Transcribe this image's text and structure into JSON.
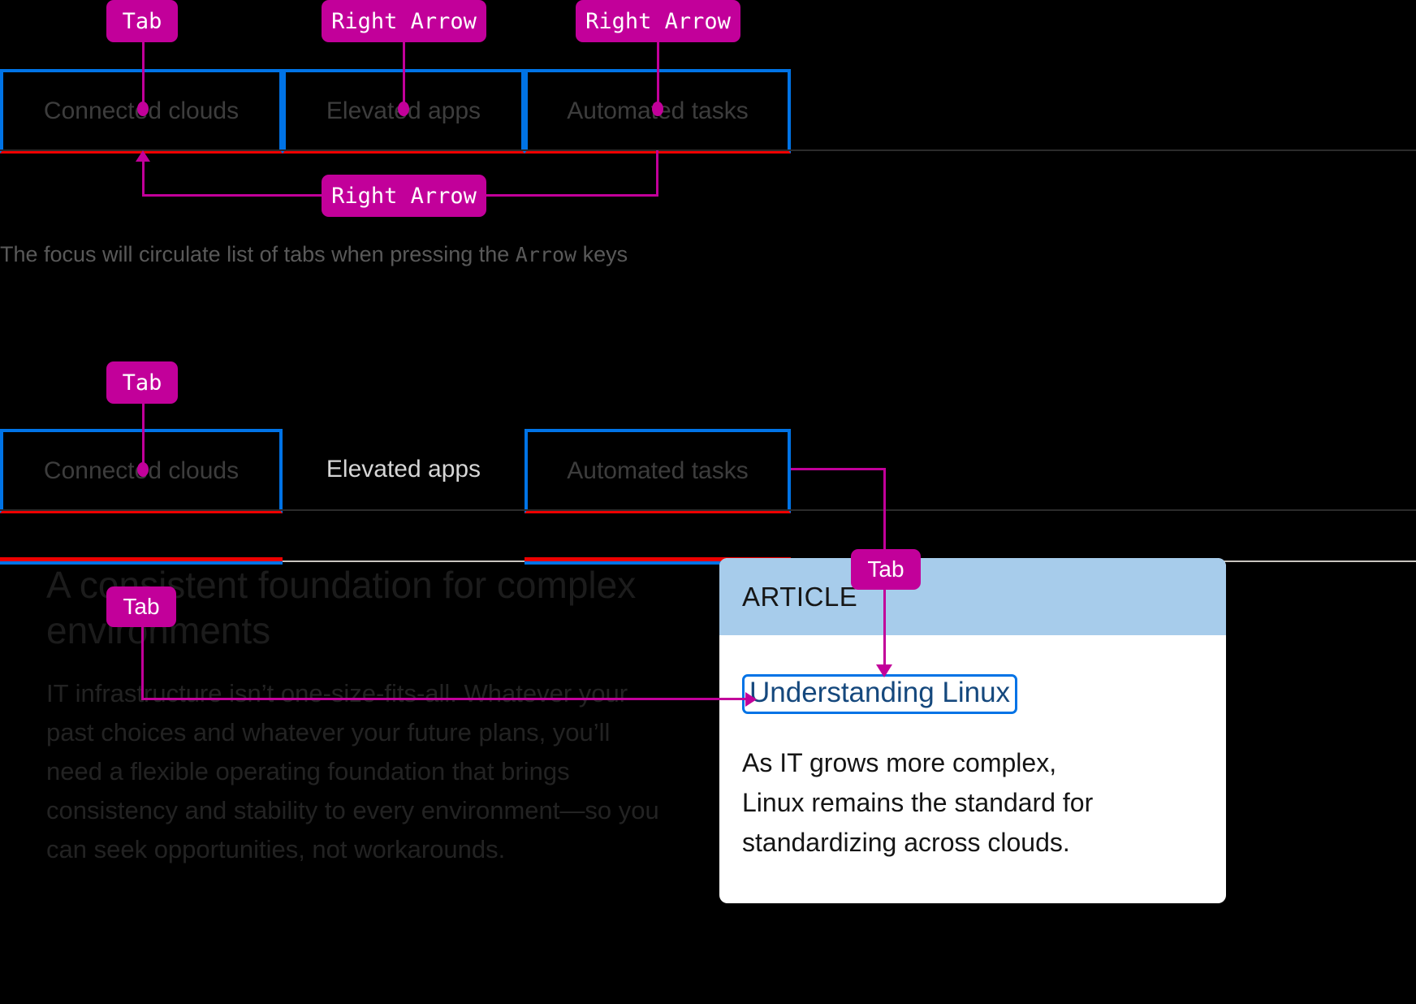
{
  "section1": {
    "chips": [
      {
        "label": "Tab"
      },
      {
        "label": "Right Arrow"
      },
      {
        "label": "Right Arrow"
      },
      {
        "label": "Right Arrow"
      }
    ],
    "tabs": [
      {
        "label": "Connected clouds"
      },
      {
        "label": "Elevated apps"
      },
      {
        "label": "Automated tasks"
      }
    ],
    "caption_prefix": "The focus will circulate list of tabs when pressing the ",
    "caption_key": "Arrow",
    "caption_suffix": " keys"
  },
  "section2": {
    "chips": [
      {
        "label": "Tab"
      },
      {
        "label": "Tab"
      },
      {
        "label": "Tab"
      }
    ],
    "tabs": [
      {
        "label": "Connected clouds"
      },
      {
        "label": "Elevated apps"
      },
      {
        "label": "Automated tasks"
      }
    ],
    "headline": "A consistent foundation for complex environments",
    "body": "IT infrastructure isn’t one-size-fits-all. Whatever your past choices and whatever your future plans, you’ll need a flexible operating foundation that brings consistency and stability to every environment—so you can seek opportunities, not workarounds.",
    "card": {
      "eyebrow": "ARTICLE",
      "link": "Understanding Linux",
      "text": "As IT grows more complex, Linux remains the standard for standardizing across clouds."
    }
  },
  "colors": {
    "chip": "#C2009A",
    "focus_blue": "#0073E6",
    "accent_red": "#EE0000",
    "card_header": "#A7CCEB",
    "background": "#000000"
  }
}
